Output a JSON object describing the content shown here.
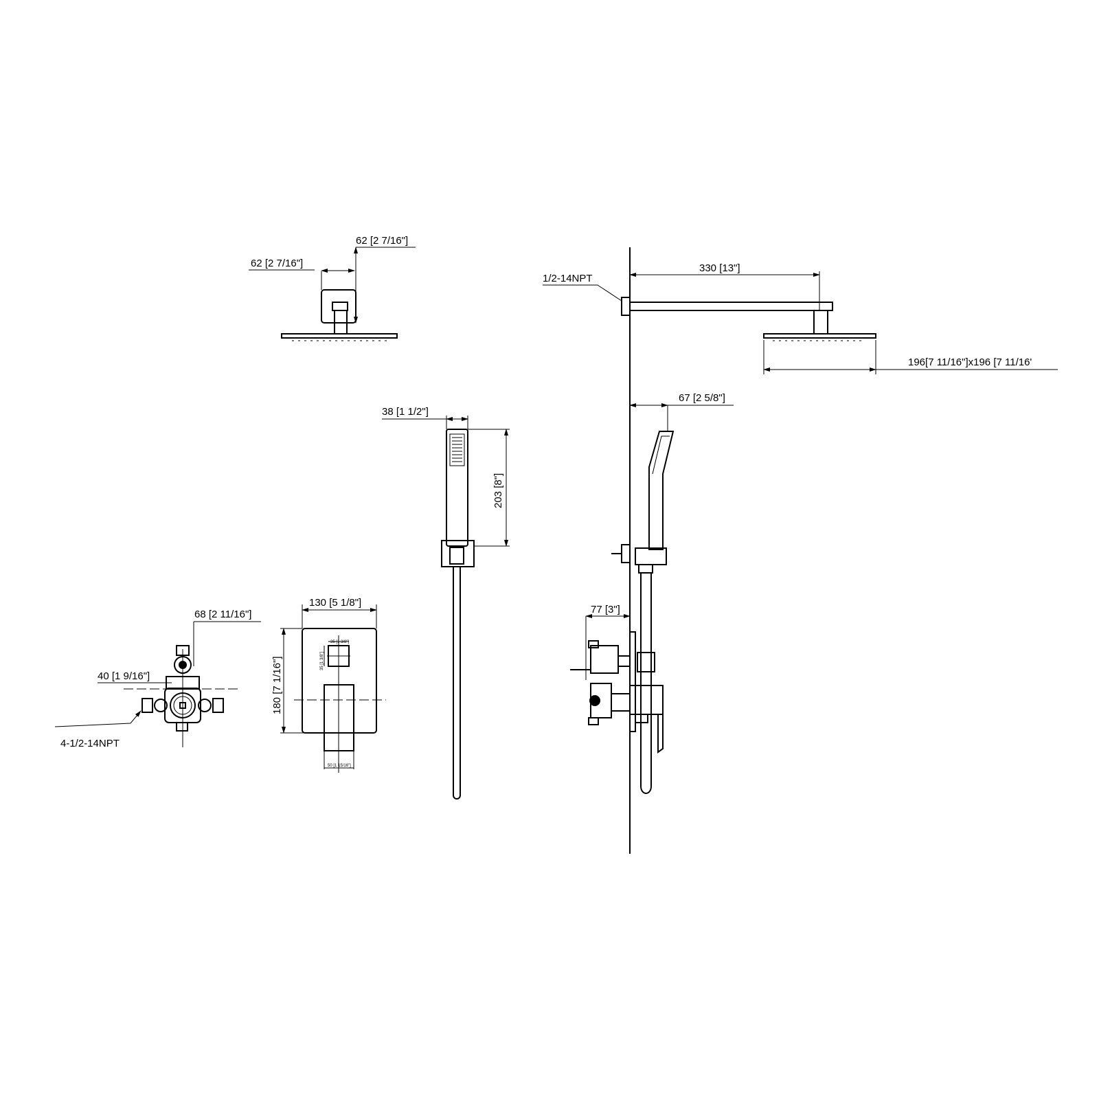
{
  "labels": {
    "head_depth": "62 [2 7/16\"]",
    "head_width": "62 [2 7/16\"]",
    "npt_inlet": "1/2-14NPT",
    "arm_length": "330 [13\"]",
    "head_size": "196[7 11/16\"]x196 [7 11/16'",
    "handshower_offset": "67 [2 5/8\"]",
    "handshower_width": "38 [1 1/2\"]",
    "handshower_length": "203 [8\"]",
    "trim_width": "130 [5 1/8\"]",
    "trim_height": "180 [7 1/16\"]",
    "diverter_width": "35 [1 3/8\"]",
    "diverter_height": "35 [1 3/8\"]",
    "handle_width": "50 [1 15/16\"]",
    "valve_depth": "68 [2 11/16\"]",
    "valve_offset": "40 [1 9/16\"]",
    "valve_ports": "4-1/2-14NPT",
    "wall_projection": "77 [3\"]"
  }
}
